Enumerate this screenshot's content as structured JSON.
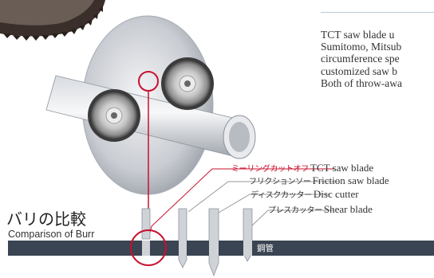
{
  "description_text": {
    "lines": [
      "TCT saw blade u",
      "Sumitomo, Mitsub",
      "circumference spe",
      "customized saw b",
      "Both of throw-awa"
    ]
  },
  "cut_types": [
    {
      "jp": "ミーリングカットオフ",
      "en": "TCT saw blade",
      "highlight": true
    },
    {
      "jp": "フリクションソー",
      "en": "Friction saw blade",
      "highlight": false
    },
    {
      "jp": "ディスクカッター",
      "en": "Disc cutter",
      "highlight": false
    },
    {
      "jp": "プレスカッター",
      "en": "Shear blade",
      "highlight": false
    }
  ],
  "burr_comparison": {
    "title": "バリの比較",
    "subtitle": "Comparison of Burr"
  },
  "pipe_label": "鋼管",
  "colors": {
    "accent_red": "#c8102e",
    "pipe_dark": "#3a4452",
    "rule_blue": "#b9c9dc"
  }
}
